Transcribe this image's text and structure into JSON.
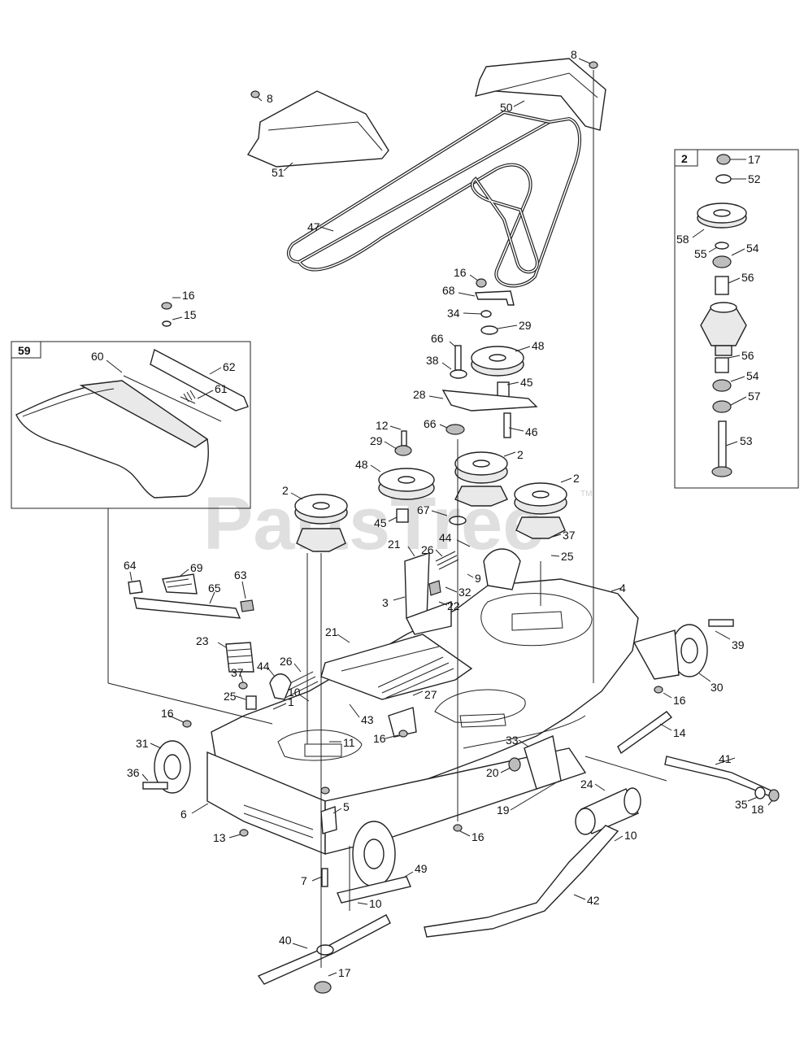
{
  "watermark": {
    "text": "PartsTree",
    "trademark": "TM"
  },
  "groups": {
    "spindle_box": {
      "label": "2"
    },
    "chute_box": {
      "label": "59"
    }
  },
  "callouts": [
    "8",
    "50",
    "8",
    "51",
    "47",
    "2",
    "17",
    "52",
    "58",
    "55",
    "54",
    "56",
    "56",
    "54",
    "57",
    "53",
    "16",
    "68",
    "34",
    "29",
    "66",
    "48",
    "38",
    "45",
    "28",
    "46",
    "66",
    "12",
    "29",
    "48",
    "2",
    "2",
    "2",
    "45",
    "67",
    "59",
    "16",
    "15",
    "62",
    "60",
    "61",
    "21",
    "44",
    "26",
    "37",
    "25",
    "9",
    "32",
    "3",
    "22",
    "4",
    "64",
    "69",
    "63",
    "65",
    "23",
    "21",
    "26",
    "44",
    "37",
    "25",
    "10",
    "1",
    "43",
    "27",
    "16",
    "11",
    "39",
    "30",
    "16",
    "14",
    "31",
    "36",
    "6",
    "13",
    "5",
    "16",
    "33",
    "20",
    "19",
    "24",
    "41",
    "35",
    "18",
    "7",
    "49",
    "10",
    "40",
    "17",
    "10",
    "42",
    "16"
  ],
  "colors": {
    "line": "#222222",
    "watermark": "#d9d9d9",
    "background": "#ffffff"
  }
}
